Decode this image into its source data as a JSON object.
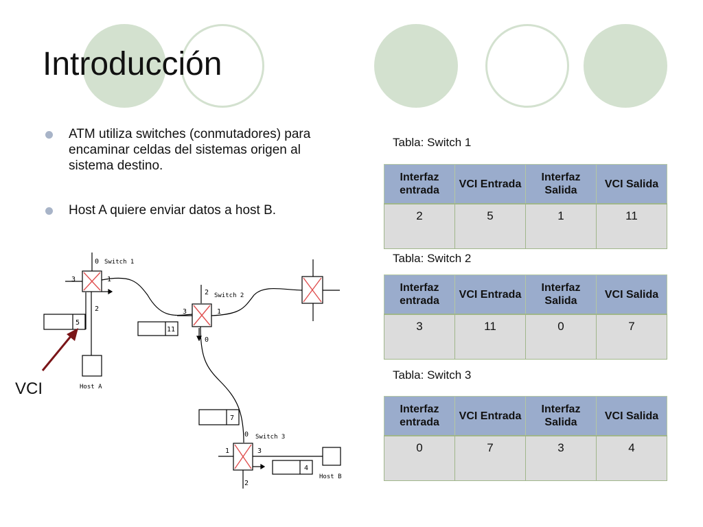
{
  "slide": {
    "title": "Introducción",
    "bullets": [
      "ATM utiliza switches (conmutadores) para encaminar celdas del sistemas origen al sistema destino.",
      "Host A quiere enviar datos a host B."
    ]
  },
  "diagram": {
    "switch1_label": "Switch 1",
    "switch2_label": "Switch 2",
    "switch3_label": "Switch 3",
    "host_a_label": "Host A",
    "host_b_label": "Host B",
    "vci_callout": "VCI",
    "switch1_ports": {
      "top": "0",
      "left": "3",
      "right": "1",
      "bottom": "2"
    },
    "switch2_ports": {
      "top": "2",
      "left": "3",
      "right": "1",
      "bottom": "0"
    },
    "switch3_ports": {
      "top": "0",
      "left": "1",
      "right": "3",
      "bottom": "2"
    },
    "cells": {
      "host_a_cell": "5",
      "switch2_cell": "11",
      "switch3_in_cell": "7",
      "switch3_out_cell": "4"
    }
  },
  "tables": [
    {
      "caption": "Tabla: Switch 1",
      "headers": [
        "Interfaz entrada",
        "VCI Entrada",
        "Interfaz Salida",
        "VCI Salida"
      ],
      "rows": [
        [
          "2",
          "5",
          "1",
          "11"
        ]
      ]
    },
    {
      "caption": "Tabla: Switch 2",
      "headers": [
        "Interfaz entrada",
        "VCI Entrada",
        "Interfaz Salida",
        "VCI Salida"
      ],
      "rows": [
        [
          "3",
          "11",
          "0",
          "7"
        ]
      ]
    },
    {
      "caption": "Tabla: Switch 3",
      "headers": [
        "Interfaz entrada",
        "VCI Entrada",
        "Interfaz Salida",
        "VCI Salida"
      ],
      "rows": [
        [
          "0",
          "7",
          "3",
          "4"
        ]
      ]
    }
  ],
  "colors": {
    "circle_green": "#d3e1cf",
    "table_header": "#9aaccc",
    "table_cell": "#dcdcdc",
    "table_border": "#a0b68a",
    "arrow": "#7a1518",
    "switch_x": "#e05050"
  }
}
